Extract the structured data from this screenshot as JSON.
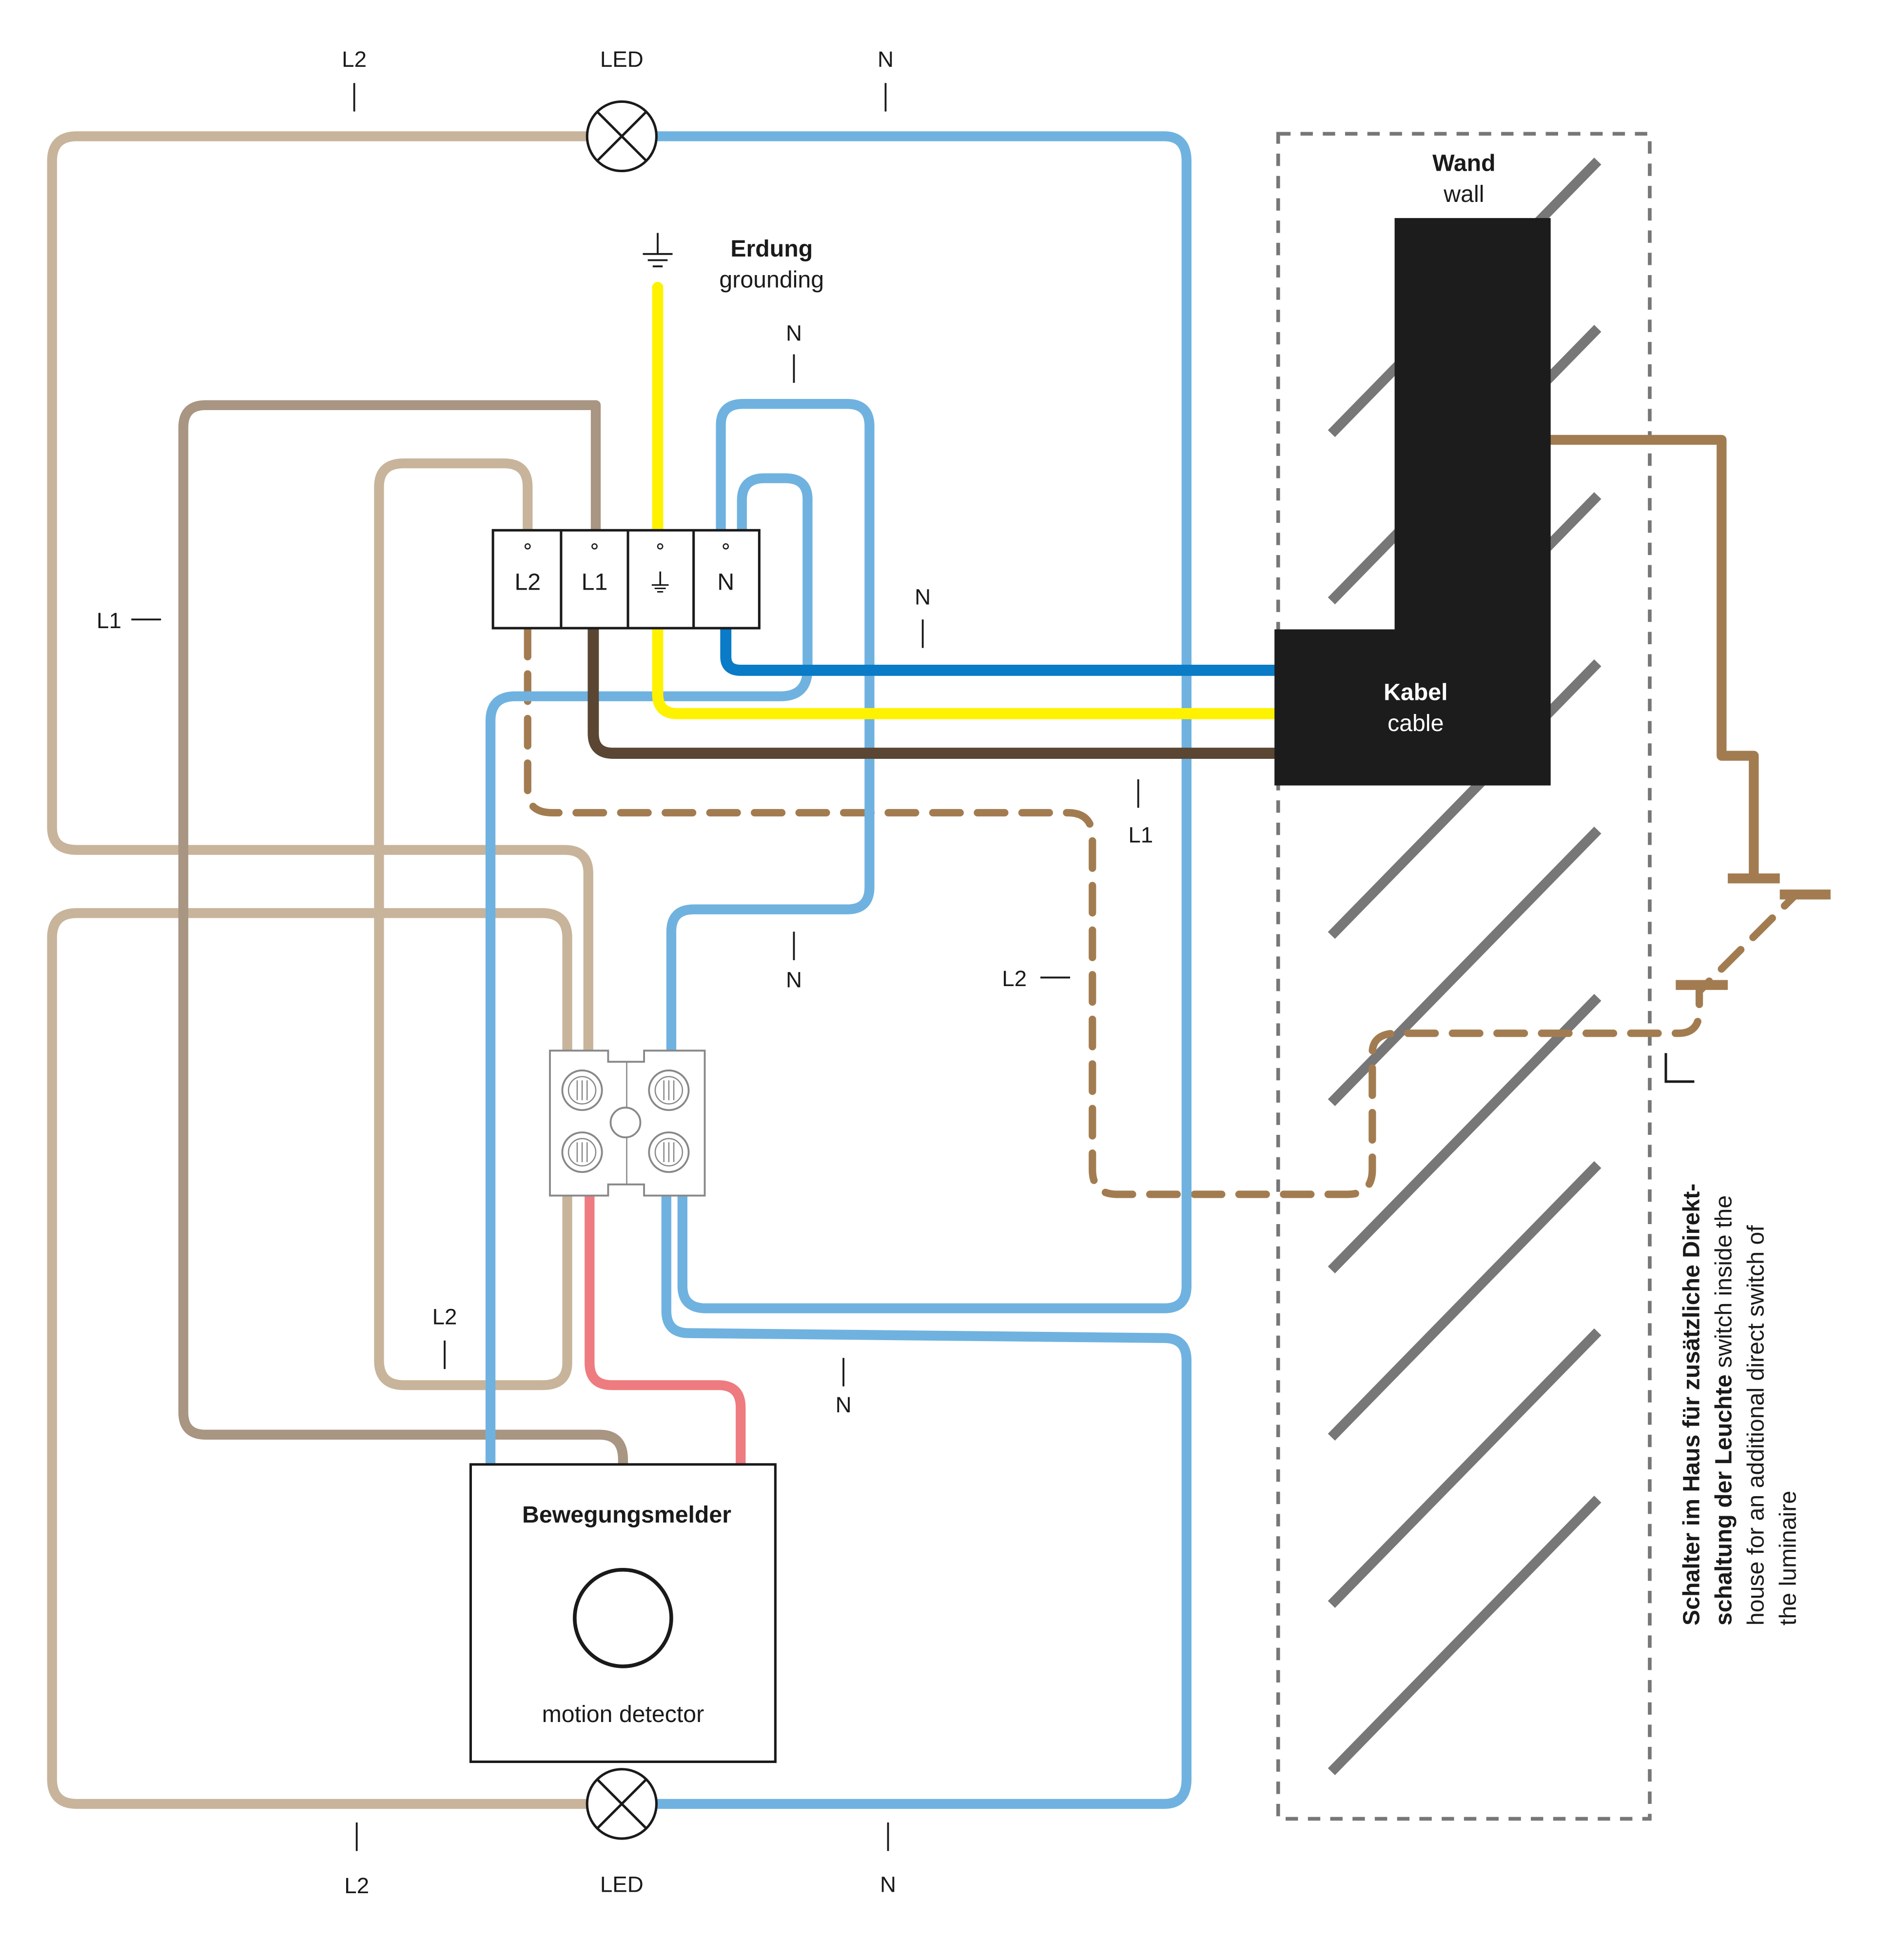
{
  "colors": {
    "l2_wire": "#c8b49b",
    "l1_wire": "#a89582",
    "neutral_wire": "#6fb2df",
    "neutral_dark": "#0a7bc6",
    "ground_wire": "#fff200",
    "live_dark": "#5a4632",
    "switch_wire": "#a27c50",
    "motion_output": "#ee7b7f",
    "wall_hatch": "#777777",
    "cable": "#1c1c1c"
  },
  "labels": {
    "led_top": "LED",
    "led_bottom": "LED",
    "l2_top": "L2",
    "n_top": "N",
    "l2_bottom": "L2",
    "n_bottom": "N",
    "l1_left": "L1",
    "n_loop": "N",
    "n_cable": "N",
    "l1_cable": "L1",
    "l2_dashed": "L2",
    "n_connector": "N",
    "l2_inner": "L2",
    "n_lower": "N",
    "grounding_de": "Erdung",
    "grounding_en": "grounding",
    "wall_de": "Wand",
    "wall_en": "wall",
    "cable_de": "Kabel",
    "cable_en": "cable",
    "motion_de": "Bewegungsmelder",
    "motion_en": "motion detector"
  },
  "terminal_block": [
    "L2",
    "L1",
    "⏚",
    "N"
  ],
  "switch_caption": {
    "bold_line1": "Schalter im Haus für zusätzliche Direkt-",
    "bold_line2": "schaltung der Leuchte",
    "normal_line2": " switch inside the",
    "line3": "house for an additional direct switch of",
    "line4": "the luminaire"
  }
}
